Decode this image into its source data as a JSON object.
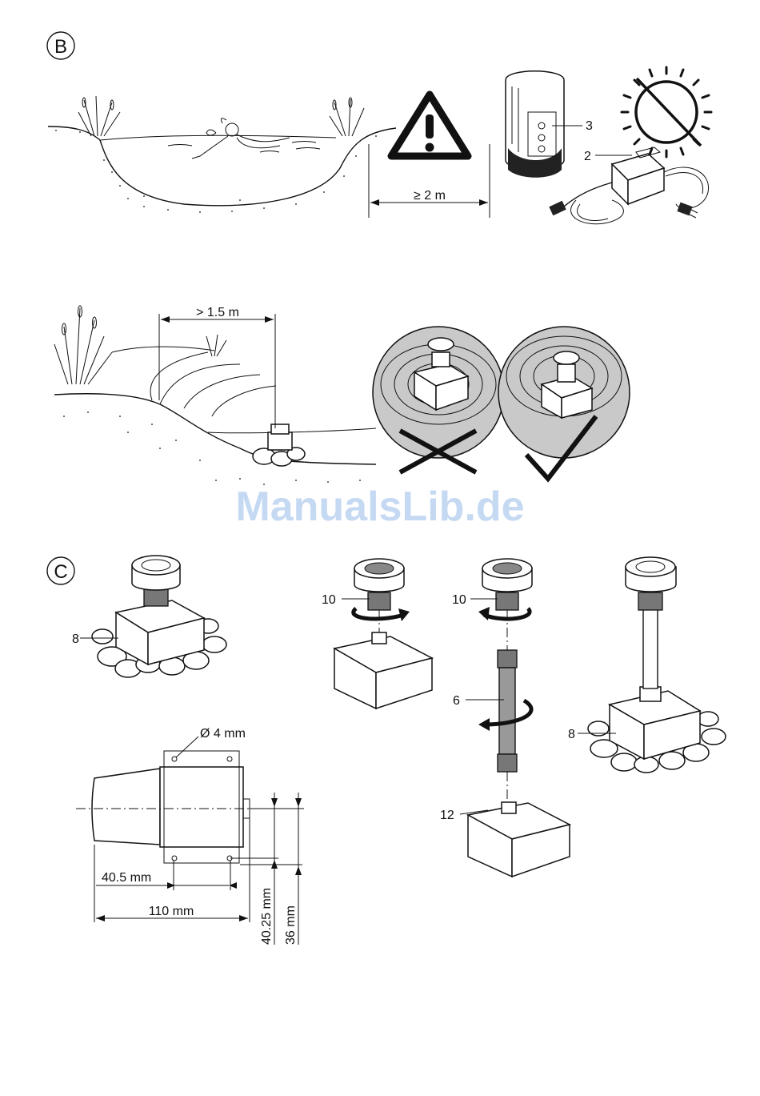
{
  "sections": {
    "b_label": "B",
    "c_label": "C"
  },
  "diagram_b": {
    "distance_warning": "≥ 2 m",
    "distance_bank": "> 1.5 m",
    "callout_3": "3",
    "callout_2": "2"
  },
  "diagram_c": {
    "callout_8a": "8",
    "callout_10a": "10",
    "callout_10b": "10",
    "callout_6": "6",
    "callout_12": "12",
    "callout_8b": "8",
    "hole_diameter": "Ø 4 mm",
    "dim_40_5": "40.5 mm",
    "dim_110": "110 mm",
    "dim_40_25": "40.25 mm",
    "dim_36": "36 mm"
  },
  "watermark": "ManualsLib.de"
}
